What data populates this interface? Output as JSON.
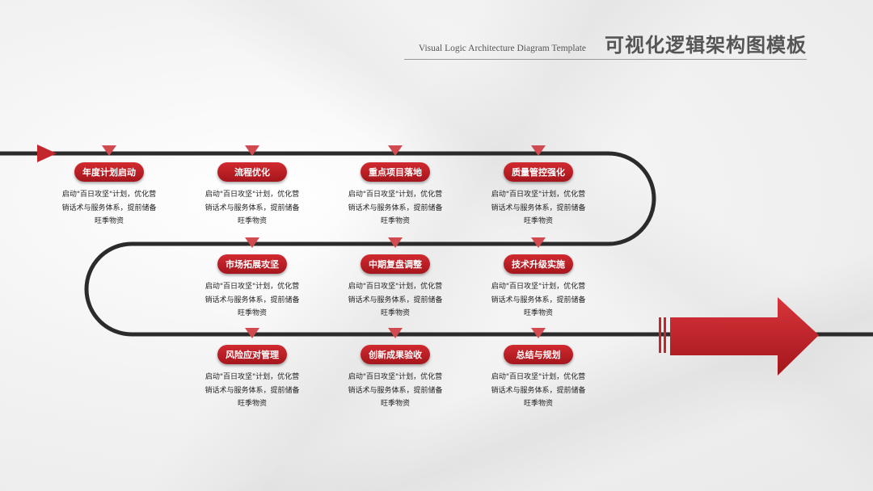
{
  "header": {
    "subtitle_en": "Visual Logic Architecture Diagram Template",
    "title_cn": "可视化逻辑架构图模板"
  },
  "colors": {
    "accent": "#c1272d",
    "track": "#2b2b2b"
  },
  "nodes": [
    {
      "title": "年度计划启动",
      "desc": [
        "启动\"百日攻坚\"计划，优化营",
        "销话术与服务体系，提前储备",
        "旺季物资"
      ]
    },
    {
      "title": "流程优化",
      "desc": [
        "启动\"百日攻坚\"计划，优化营",
        "销话术与服务体系，提前储备",
        "旺季物资"
      ]
    },
    {
      "title": "重点项目落地",
      "desc": [
        "启动\"百日攻坚\"计划，优化营",
        "销话术与服务体系，提前储备",
        "旺季物资"
      ]
    },
    {
      "title": "质量管控强化",
      "desc": [
        "启动\"百日攻坚\"计划，优化营",
        "销话术与服务体系，提前储备",
        "旺季物资"
      ]
    },
    {
      "title": "市场拓展攻坚",
      "desc": [
        "启动\"百日攻坚\"计划，优化营",
        "销话术与服务体系，提前储备",
        "旺季物资"
      ]
    },
    {
      "title": "中期复盘调整",
      "desc": [
        "启动\"百日攻坚\"计划，优化营",
        "销话术与服务体系，提前储备",
        "旺季物资"
      ]
    },
    {
      "title": "技术升级实施",
      "desc": [
        "启动\"百日攻坚\"计划，优化营",
        "销话术与服务体系，提前储备",
        "旺季物资"
      ]
    },
    {
      "title": "风险应对管理",
      "desc": [
        "启动\"百日攻坚\"计划，优化营",
        "销话术与服务体系，提前储备",
        "旺季物资"
      ]
    },
    {
      "title": "创新成果验收",
      "desc": [
        "启动\"百日攻坚\"计划，优化营",
        "销话术与服务体系，提前储备",
        "旺季物资"
      ]
    },
    {
      "title": "总结与规划",
      "desc": [
        "启动\"百日攻坚\"计划，优化营",
        "销话术与服务体系，提前储备",
        "旺季物资"
      ]
    }
  ]
}
